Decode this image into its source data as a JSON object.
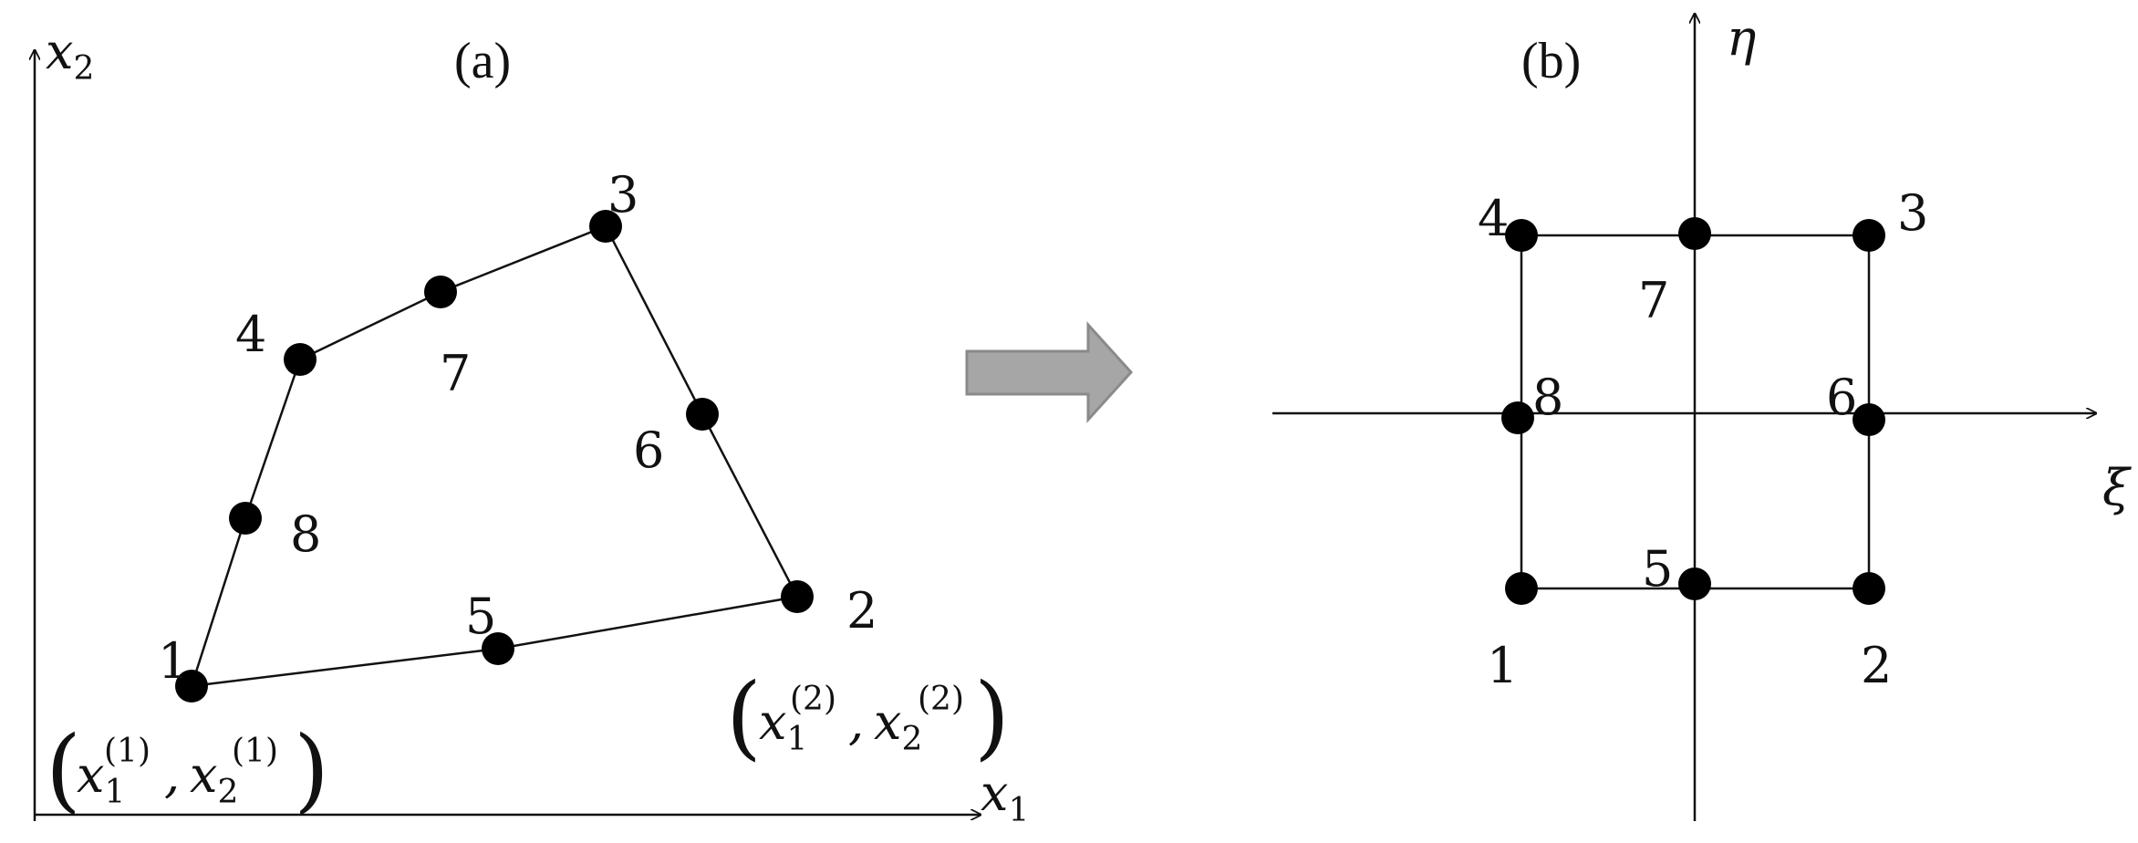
{
  "panel_a": {
    "label": "(a)",
    "axis_x_var": "x",
    "axis_x_sub": "1",
    "axis_y_var": "x",
    "axis_y_sub": "2",
    "node_labels": [
      "1",
      "2",
      "3",
      "4",
      "5",
      "6",
      "7",
      "8"
    ],
    "coord_node1": {
      "var": "x",
      "sub1": "1",
      "sub2": "2",
      "sup": "(1)",
      "comma": ","
    },
    "coord_node2": {
      "var": "x",
      "sub1": "1",
      "sub2": "2",
      "sup": "(2)",
      "comma": ","
    }
  },
  "panel_b": {
    "label": "(b)",
    "axis_h": "ξ",
    "axis_v": "η",
    "node_labels": [
      "1",
      "2",
      "3",
      "4",
      "5",
      "6",
      "7",
      "8"
    ]
  },
  "arrow": {
    "fill": "#a6a6a6",
    "stroke": "#8a8a8a"
  },
  "colors": {
    "ink": "#111111",
    "node": "#000000"
  }
}
